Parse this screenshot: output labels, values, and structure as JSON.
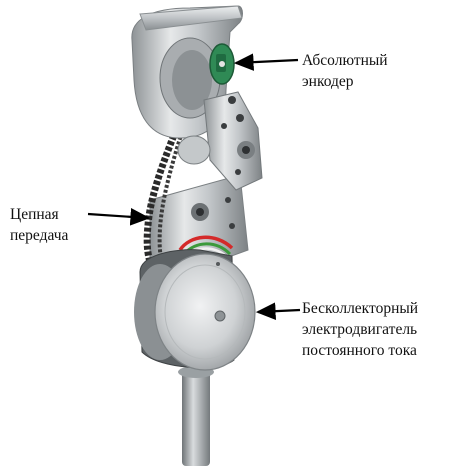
{
  "labels": {
    "encoder": [
      "Абсолютный",
      "энкодер"
    ],
    "chain": [
      "Цепная",
      "передача"
    ],
    "motor": [
      "Бесколлекторный",
      "электродвигатель",
      "постоянного тока"
    ]
  },
  "colors": {
    "background": "#ffffff",
    "text": "#111111",
    "arrow": "#000000",
    "aluminum": "#c9ccce",
    "encoder_board": "#2f8a55",
    "cable_red": "#d42a2a",
    "cable_green": "#3c9a3c",
    "chain": "#2a2a2a"
  }
}
